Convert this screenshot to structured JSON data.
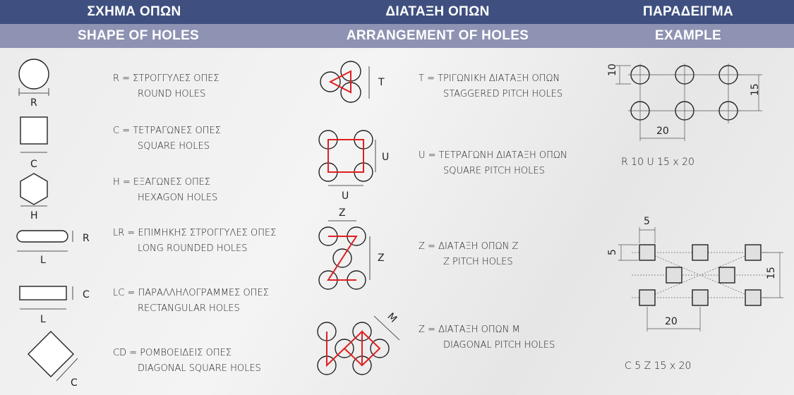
{
  "header": {
    "greek": [
      "ΣΧΗΜΑ ΟΠΩΝ",
      "ΔΙΑΤΑΞΗ ΟΠΩΝ",
      "ΠΑΡΑΔΕΙΓΜΑ"
    ],
    "english": [
      "SHAPE OF HOLES",
      "ARRANGEMENT OF HOLES",
      "EXAMPLE"
    ]
  },
  "shapes": [
    {
      "code": "R",
      "greek": "R  = ΣΤΡΟΓΓΥΛΕΣ ΟΠΕΣ",
      "english": "ROUND HOLES",
      "dims": [
        "R"
      ]
    },
    {
      "code": "C",
      "greek": "C  = ΤΕΤΡΑΓΩΝΕΣ ΟΠΕΣ",
      "english": "SQUARE HOLES",
      "dims": [
        "C"
      ]
    },
    {
      "code": "H",
      "greek": "H  = ΕΞΑΓΩΝΕΣ ΟΠΕΣ",
      "english": "HEXAGON HOLES",
      "dims": [
        "H"
      ]
    },
    {
      "code": "LR",
      "greek": "LR  = ΕΠΙΜΗΚΗΣ ΣΤΡΟΓΓΥΛΕΣ ΟΠΕΣ",
      "english": "LONG ROUNDED HOLES",
      "dims": [
        "R",
        "L"
      ]
    },
    {
      "code": "LC",
      "greek": "LC  = ΠΑΡΑΛΛΗΛΟΓΡΑΜΜΕΣ ΟΠΕΣ",
      "english": "RECTANGULAR HOLES",
      "dims": [
        "C",
        "L"
      ]
    },
    {
      "code": "CD",
      "greek": "CD  = ΡΟΜΒΟΕΙΔΕΙΣ ΟΠΕΣ",
      "english": "DIAGONAL SQUARE HOLES",
      "dims": [
        "C"
      ]
    }
  ],
  "arrangements": [
    {
      "greek": "T  = ΤΡΙΓΩΝΙΚΗ ΔΙΑΤΑΞΗ ΟΠΩΝ",
      "english": "STAGGERED PITCH HOLES",
      "dims": [
        "T"
      ]
    },
    {
      "greek": "U  = ΤΕΤΡΑΓΩΝΗ ΔΙΑΤΑΞΗ ΟΠΩΝ",
      "english": "SQUARE PITCH HOLES",
      "dims": [
        "U",
        "U"
      ]
    },
    {
      "greek": "Z  = ΔΙΑΤΑΞΗ ΟΠΩΝ Z",
      "english": "Z PITCH HOLES",
      "dims": [
        "Z",
        "Z"
      ]
    },
    {
      "greek": "Z  = ΔΙΑΤΑΞΗ ΟΠΩΝ M",
      "english": "DIAGONAL PITCH HOLES",
      "dims": [
        "M"
      ]
    }
  ],
  "examples": [
    {
      "caption": "R 10 U 15 x 20",
      "dims": [
        "10",
        "15",
        "20"
      ]
    },
    {
      "caption": "C 5 Z 15 x 20",
      "dims": [
        "5",
        "5",
        "15",
        "20"
      ]
    }
  ],
  "colors": {
    "header_dark": "#3f5080",
    "header_light": "#8e93b3",
    "pitch_line": "#e02020"
  }
}
